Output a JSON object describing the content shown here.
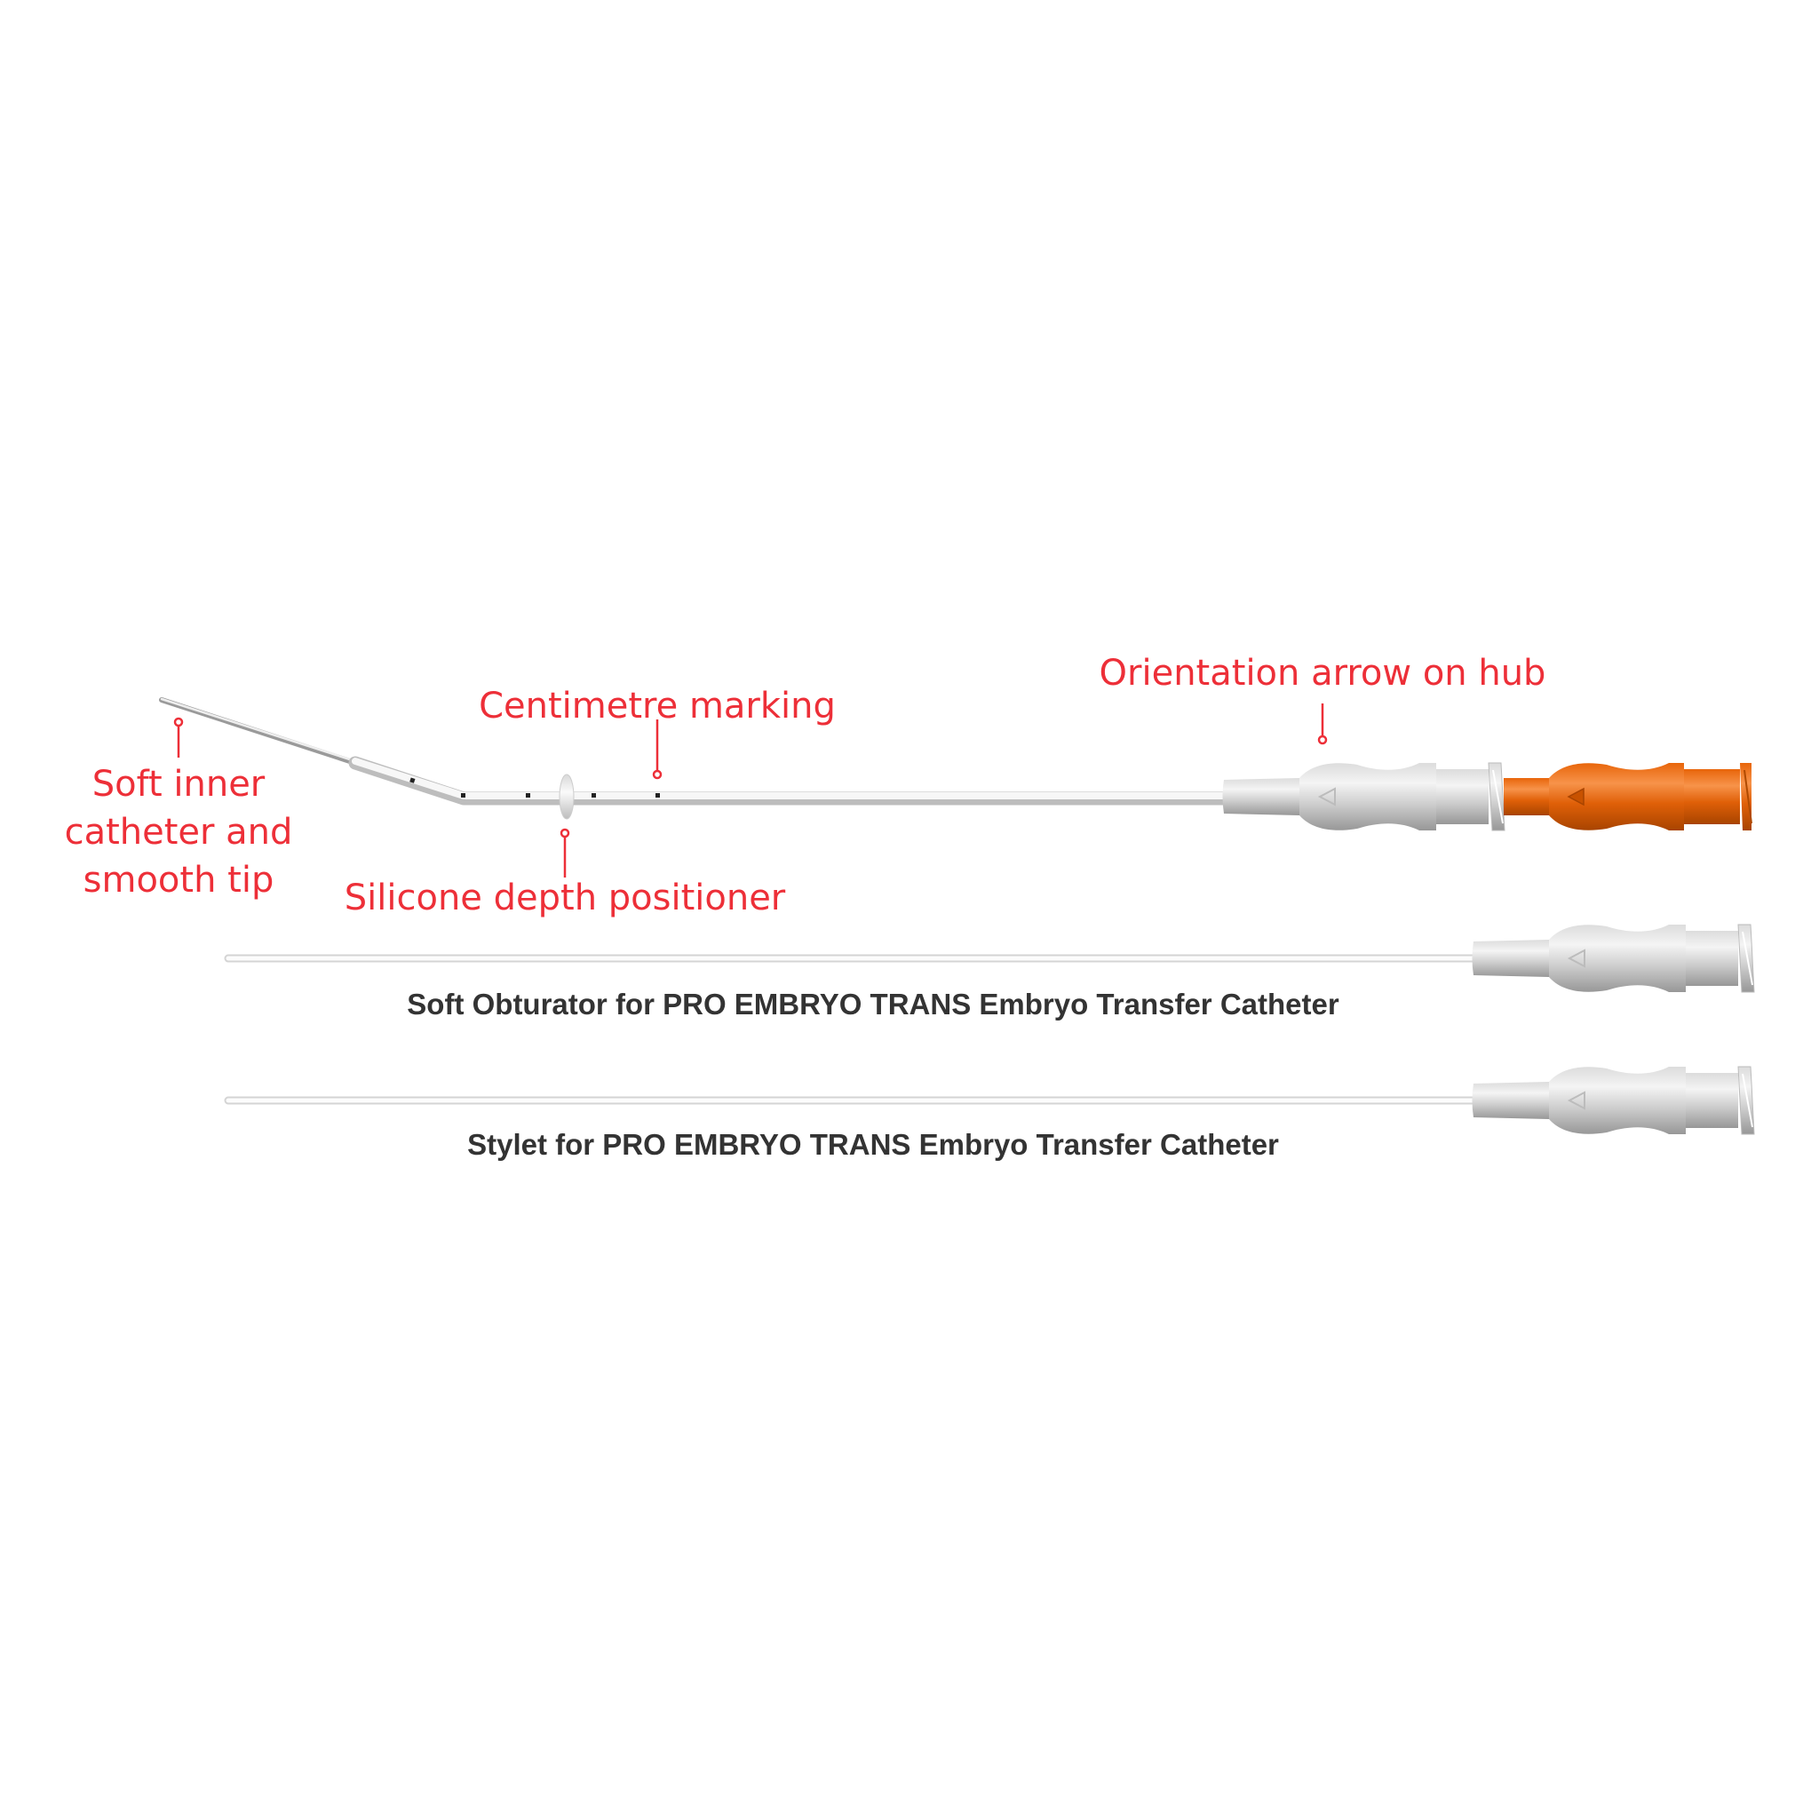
{
  "callouts": {
    "tip": [
      "Soft inner",
      "catheter and",
      "smooth tip"
    ],
    "centimetre": "Centimetre marking",
    "orientation": "Orientation arrow on hub",
    "positioner": "Silicone depth positioner"
  },
  "captions": {
    "obturator": "Soft Obturator for PRO EMBRYO TRANS Embryo Transfer Catheter",
    "stylet": "Stylet for PRO EMBRYO TRANS Embryo Transfer Catheter"
  },
  "colors": {
    "callout": "#ed2f38",
    "caption": "#333333",
    "hub_orange": "#e8650a",
    "hub_grey": "#d0d0d0"
  }
}
